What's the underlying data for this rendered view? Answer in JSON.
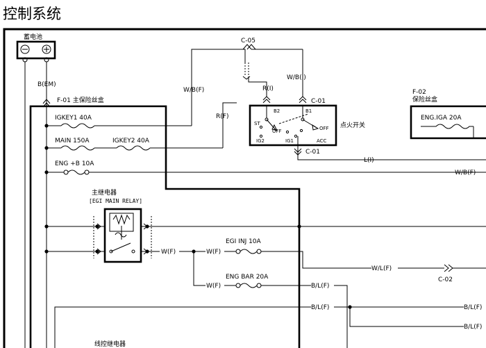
{
  "title": "控制系统",
  "components": {
    "battery": "蓄电池",
    "main_fuse_box": "F-01 主保险丝盒",
    "fuse_box_f02_code": "F-02",
    "fuse_box_f02_name": "保险丝盒",
    "ignition_switch": "点火开关",
    "main_relay_cn": "主继电器",
    "main_relay_en": "[EGI MAIN RELAY]",
    "wire_relay": "线控继电器"
  },
  "fuses": {
    "igkey1": "IGKEY1 40A",
    "main": "MAIN 150A",
    "igkey2": "IGKEY2 40A",
    "eng_b": "ENG +B 10A",
    "eng_iga": "ENG.IGA 20A",
    "egi_inj": "EGI INJ 10A",
    "eng_bar": "ENG BAR 20A"
  },
  "connectors": {
    "c05": "C-05",
    "c01_top": "C-01",
    "c01_bottom": "C-01",
    "c02": "C-02"
  },
  "switch_terminals": {
    "b2": "B2",
    "b1": "B1",
    "st": "ST",
    "off_left": "OFF",
    "off_right": "OFF",
    "ig2": "IG2",
    "ig1": "IG1",
    "acc": "ACC"
  },
  "wire_labels": {
    "b_em": "B(EM)",
    "wbf_left": "W/B(F)",
    "wbi": "W/B(I)",
    "ri": "R(I)",
    "rf": "R(F)",
    "li": "L(I)",
    "wbf_right": "W/B(F)",
    "wf_1": "W(F)",
    "wf_2": "W(F)",
    "wf_3": "W(F)",
    "wlf": "W/L(F)",
    "blf_1": "B/L(F)",
    "blf_2": "B/L(F)",
    "blf_3": "B/L(F)",
    "blf_4": "B/L(F)"
  }
}
